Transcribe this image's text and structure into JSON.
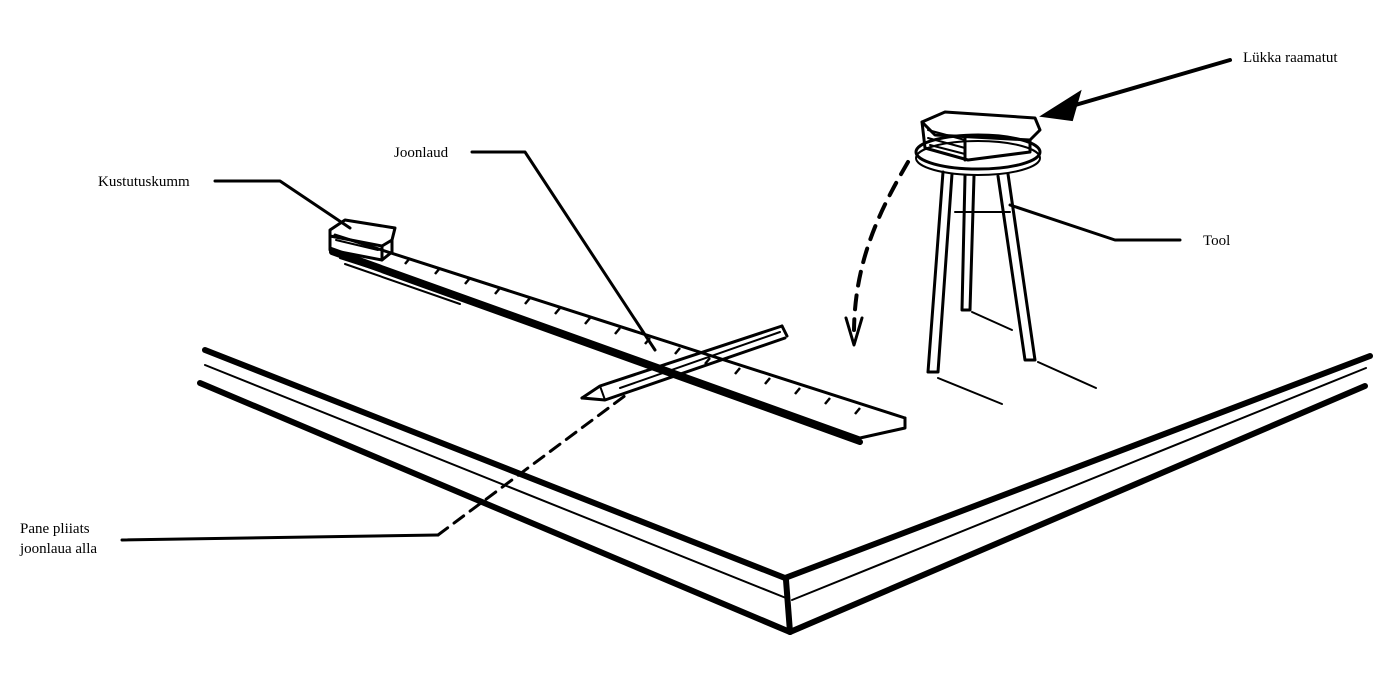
{
  "labels": {
    "eraser": "Kustutuskumm",
    "ruler": "Joonlaud",
    "push_books": "Lükka raamatut",
    "stool": "Tool",
    "pencil_line1": "Pane pliiats",
    "pencil_line2": "joonlaua alla"
  },
  "colors": {
    "ink": "#000000",
    "paper": "#ffffff"
  }
}
